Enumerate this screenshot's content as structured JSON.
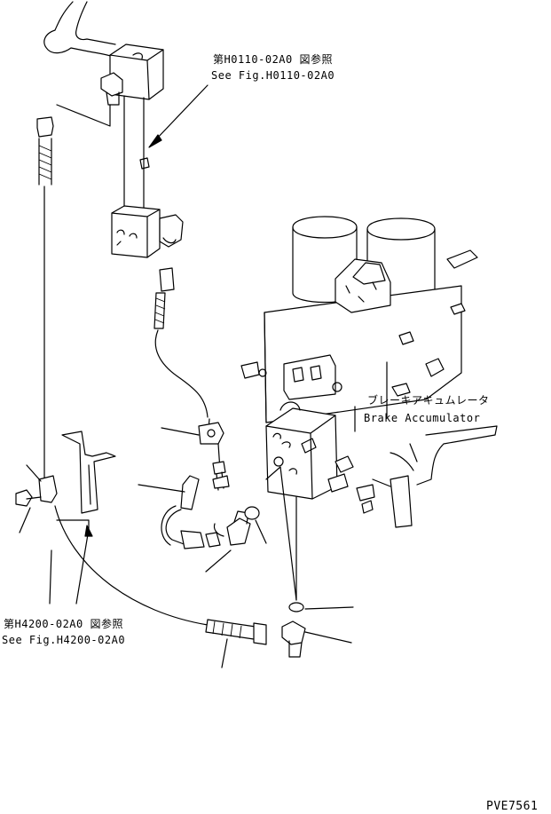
{
  "labels": {
    "ref_top_jp": "第H0110-02A0 図参照",
    "ref_top_en": "See Fig.H0110-02A0",
    "accumulator_jp": "ブレーキアキュムレータ",
    "accumulator_en": "Brake Accumulator",
    "ref_bottom_jp": "第H4200-02A0 図参照",
    "ref_bottom_en": "See Fig.H4200-02A0",
    "drawing_code": "PVE7561"
  }
}
